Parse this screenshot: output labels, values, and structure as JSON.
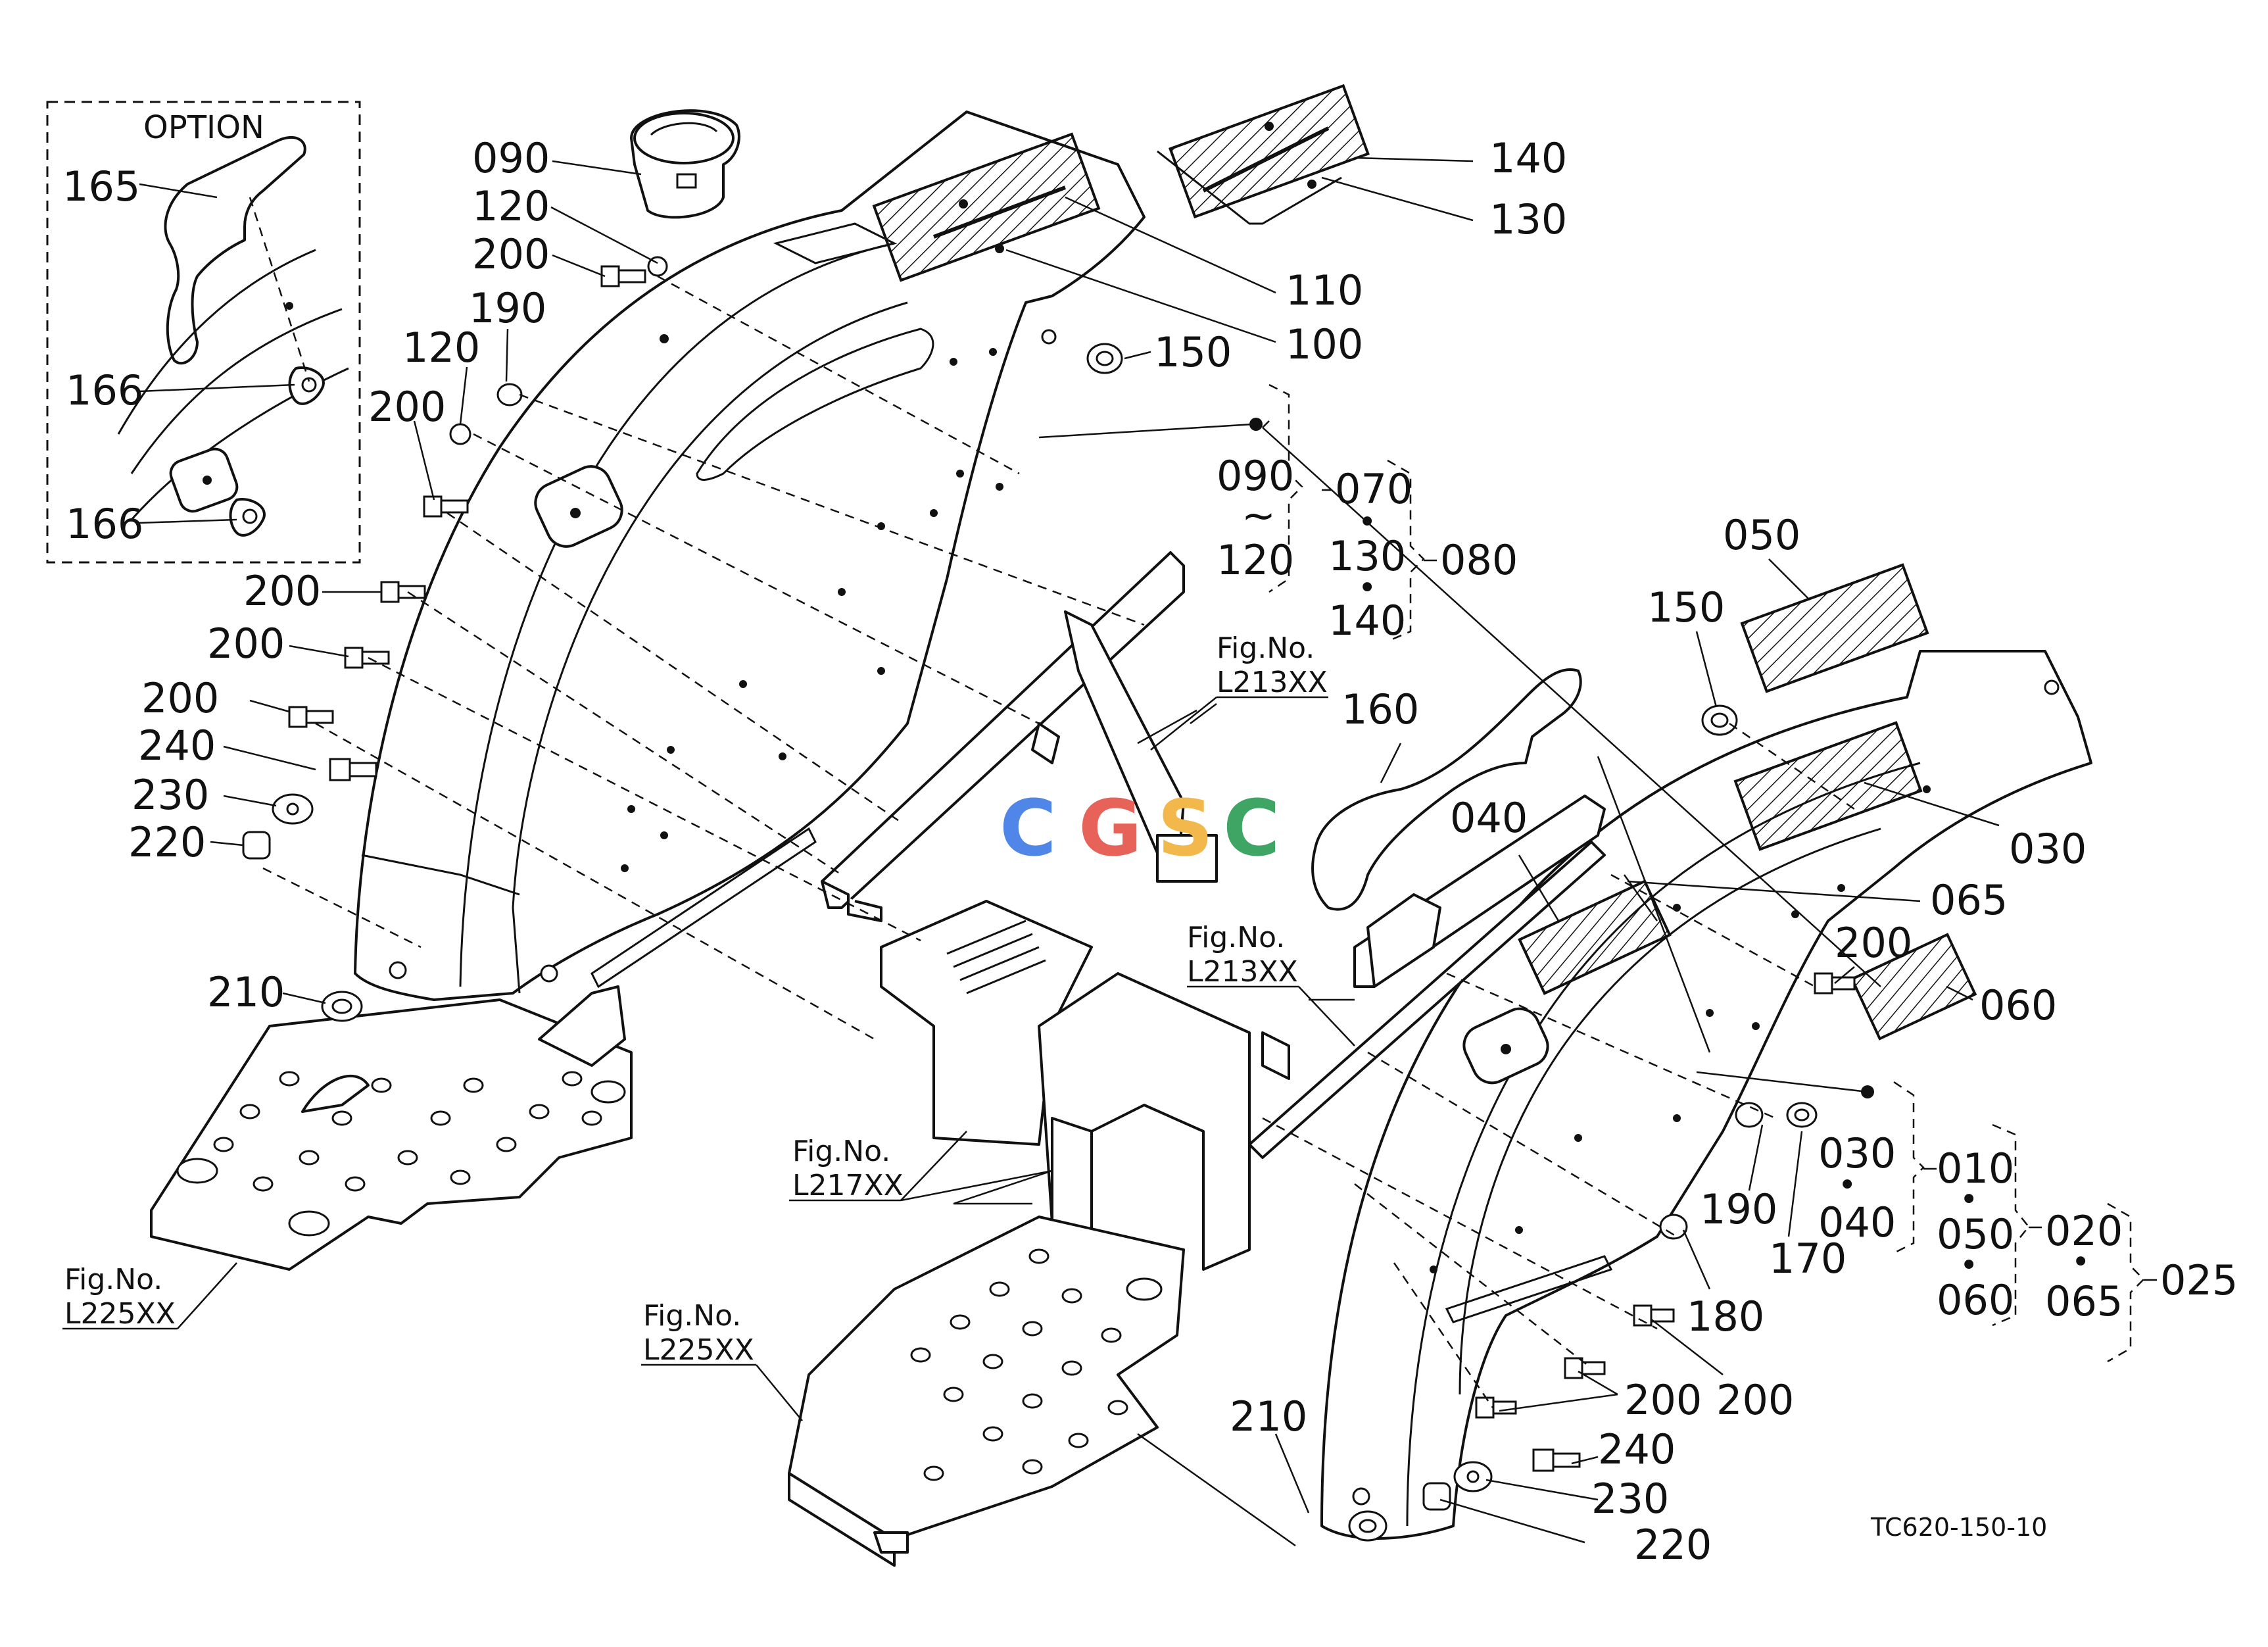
{
  "option": {
    "title": "OPTION"
  },
  "callouts": {
    "c165": "165",
    "c166a": "166",
    "c166b": "166",
    "c090": "090",
    "c120a": "120",
    "c200a": "200",
    "c190a": "190",
    "c120b": "120",
    "c200b": "200",
    "c200c": "200",
    "c200d": "200",
    "c200e": "200",
    "c240a": "240",
    "c230a": "230",
    "c220a": "220",
    "c210a": "210",
    "c140": "140",
    "c130": "130",
    "c110": "110",
    "c100": "100",
    "c150a": "150",
    "c050": "050",
    "c150b": "150",
    "c160": "160",
    "c030": "030",
    "c040": "040",
    "c065": "065",
    "c200f": "200",
    "c060": "060",
    "c190b": "190",
    "c170": "170",
    "c180": "180",
    "c200g": "200",
    "c200h": "200",
    "c210b": "210",
    "c240b": "240",
    "c230b": "230",
    "c220b": "220"
  },
  "group_left": {
    "range_start": "090",
    "range_tilde": "~",
    "range_end": "120",
    "items": [
      "070",
      "130",
      "140"
    ],
    "bullet": "•",
    "assembly": "080"
  },
  "group_right": {
    "a_items": [
      "030",
      "040"
    ],
    "b_items": [
      "010",
      "050",
      "060"
    ],
    "c_items": [
      "020",
      "065"
    ],
    "bullet": "•",
    "assembly": "025"
  },
  "figure_refs": {
    "label": "Fig.No.",
    "l213_a": "L213XX",
    "l213_b": "L213XX",
    "l217": "L217XX",
    "l225_a": "L225XX",
    "l225_b": "L225XX",
    "label_a": "Fig.No.",
    "label_b": "Fig.No.",
    "label_c": "Fig.No.",
    "label_d": "Fig.No.",
    "label_e": "Fig.No."
  },
  "watermark": {
    "c1": "C",
    "c2": "G",
    "c3": "S",
    "c4": "C"
  },
  "colors": {
    "wm_blue": "#4f86e8",
    "wm_red": "#e7635a",
    "wm_yellow": "#f2b84b",
    "wm_green": "#3fa565"
  },
  "drawing_code": "TC620-150-10"
}
